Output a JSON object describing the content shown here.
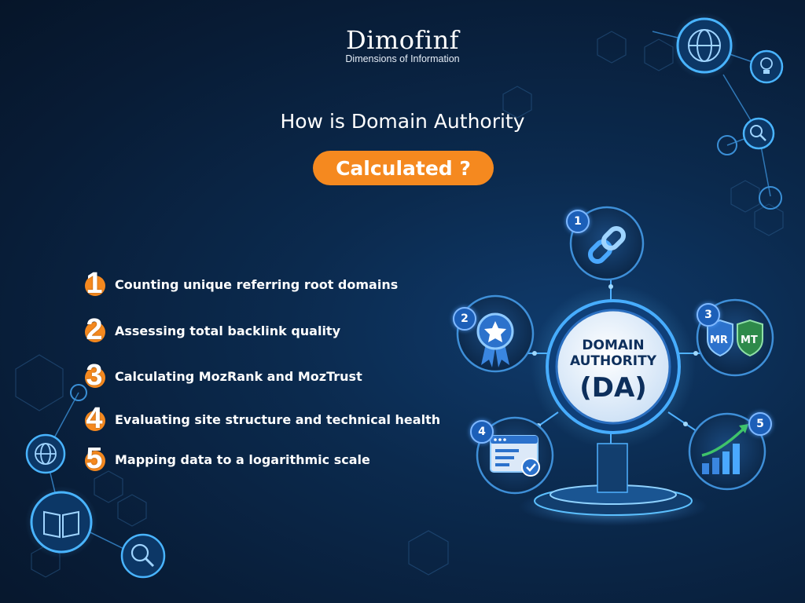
{
  "logo": {
    "wordmark": "Dimofinf",
    "tagline": "Dimensions of Information"
  },
  "title": {
    "line1": "How is Domain Authority",
    "highlight": "Calculated ?"
  },
  "steps": [
    {
      "number": "1",
      "label": "Counting unique referring root domains"
    },
    {
      "number": "2",
      "label": "Assessing total backlink quality"
    },
    {
      "number": "3",
      "label": "Calculating MozRank and MozTrust"
    },
    {
      "number": "4",
      "label": "Evaluating site structure and technical health"
    },
    {
      "number": "5",
      "label": "Mapping data to a logarithmic scale"
    }
  ],
  "diagram": {
    "center": {
      "line1": "DOMAIN",
      "line2": "AUTHORITY",
      "line3": "(DA)"
    },
    "nodes": [
      {
        "number": "1",
        "icon": "link-chain-icon"
      },
      {
        "number": "2",
        "icon": "award-badge-icon"
      },
      {
        "number": "3",
        "icon": "shield-icon",
        "labels": [
          "MR",
          "MT"
        ]
      },
      {
        "number": "4",
        "icon": "checklist-window-icon"
      },
      {
        "number": "5",
        "icon": "growth-chart-icon"
      }
    ]
  },
  "colors": {
    "accent": "#f5891f",
    "background": "#0b2a4e",
    "glow": "#3aa0ff"
  }
}
